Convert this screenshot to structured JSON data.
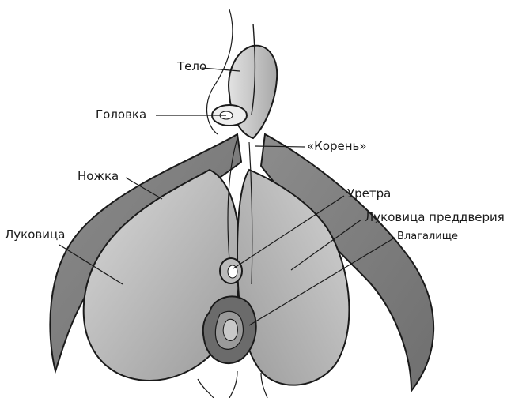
{
  "labels": {
    "telo": "Тело",
    "golovka": "Головка",
    "koren": "«Корень»",
    "nozhka": "Ножка",
    "uretra": "Уретра",
    "lukovitsa_preddveriya": "Луковица преддверия",
    "vlagalishche": "Влагалище",
    "lukovitsa": "Луковица"
  },
  "colors": {
    "outline": "#1a1a1a",
    "light_fill": "#cfcfcf",
    "mid_fill": "#a9a9a9",
    "dark_fill": "#7d7d7d",
    "leader": "#1a1a1a"
  }
}
